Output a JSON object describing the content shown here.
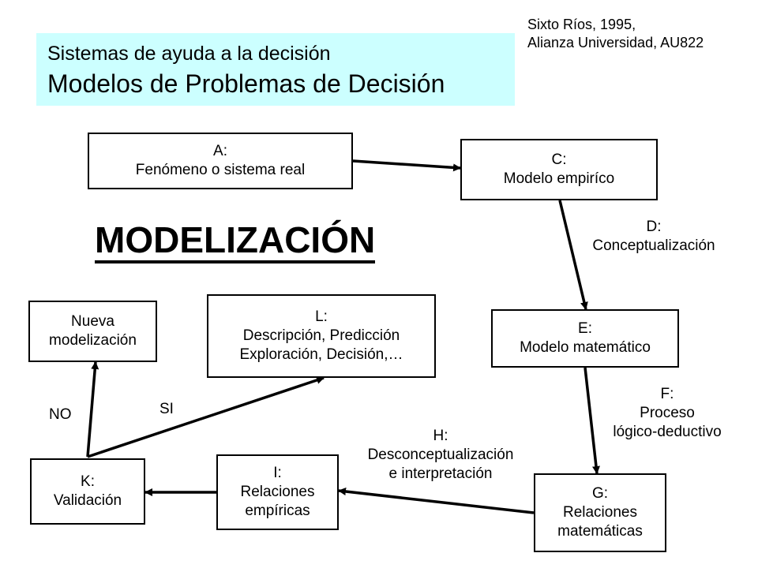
{
  "header": {
    "line1": "Sistemas de ayuda a la decisión",
    "line2": "Modelos de Problemas de Decisión"
  },
  "reference": {
    "line1": "Sixto Ríos, 1995,",
    "line2": "Alianza Universidad, AU822"
  },
  "main_label": "MODELIZACIÓN",
  "nodes": {
    "a": [
      "A:",
      "Fenómeno o sistema real"
    ],
    "c": [
      "C:",
      "Modelo empiríco"
    ],
    "e": [
      "E:",
      "Modelo matemático"
    ],
    "g": [
      "G:",
      "Relaciones",
      "matemáticas"
    ],
    "i": [
      "I:",
      "Relaciones",
      "empíricas"
    ],
    "k": [
      "K:",
      "Validación"
    ],
    "l": [
      "L:",
      "Descripción, Predicción",
      "Exploración, Decisión,…"
    ],
    "nueva": [
      "Nueva",
      "modelización"
    ]
  },
  "edge_labels": {
    "d": [
      "D:",
      "Conceptualización"
    ],
    "f": [
      "F:",
      "Proceso",
      "lógico-deductivo"
    ],
    "h": [
      "H:",
      "Desconceptualización",
      "e interpretación"
    ],
    "no": "NO",
    "si": "SI"
  },
  "colors": {
    "title_background": "#ccffff",
    "line": "#000000"
  }
}
